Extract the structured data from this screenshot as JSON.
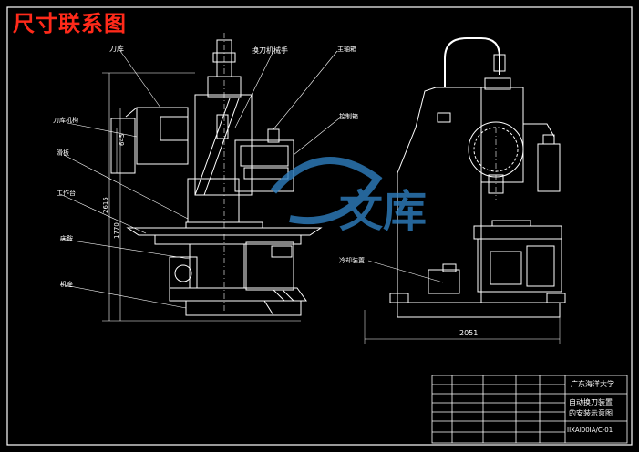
{
  "title": "尺寸联系图",
  "labels": {
    "tool_magazine": "刀库",
    "tool_changer": "换刀机械手",
    "spindle_box": "主轴箱",
    "control_box": "控制箱",
    "tool_magazine_mech": "刀库机构",
    "guide": "滑板",
    "worktable": "工作台",
    "slide": "床鞍",
    "bed": "机座",
    "cooling": "冷却装置"
  },
  "dimensions": {
    "width": "2051",
    "h1": "2615",
    "h2": "1770",
    "h3": "645"
  },
  "title_block": {
    "school": "广东海洋大学",
    "design_name_1": "自动换刀装置",
    "design_name_2": "的安装示意图",
    "drawing_no": "IIXAI00IA/C-01"
  },
  "watermark": "文库",
  "colors": {
    "line": "#ffffff",
    "title": "#ff2a1a",
    "watermark": "#2f7fc0"
  }
}
